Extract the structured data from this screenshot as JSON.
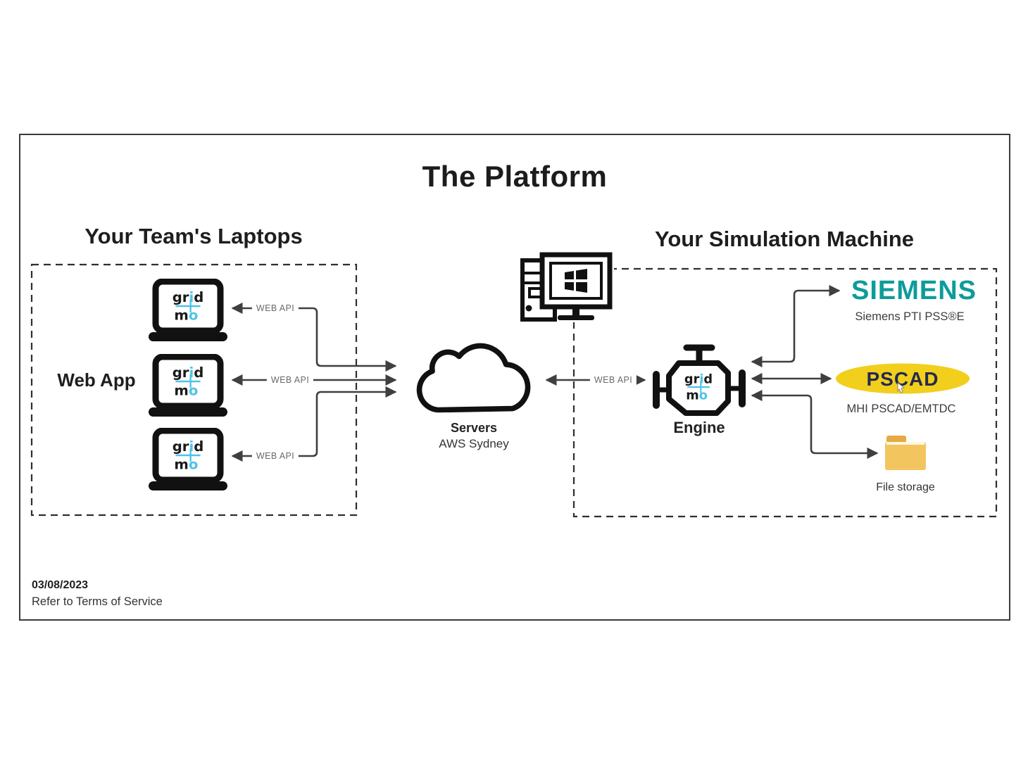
{
  "title": "The Platform",
  "logo": {
    "p1": "gr",
    "p2": "i",
    "p3": "d",
    "p4": "m",
    "p5": "o"
  },
  "laptops": {
    "heading": "Your Team's Laptops",
    "side_label": "Web App",
    "api_labels": [
      {
        "label": "WEB API"
      },
      {
        "label": "WEB API"
      },
      {
        "label": "WEB API"
      }
    ]
  },
  "cloud": {
    "name": "Servers",
    "location": "AWS Sydney"
  },
  "link": {
    "label": "WEB API"
  },
  "simulation": {
    "heading": "Your Simulation Machine",
    "engine_label": "Engine",
    "siemens_logo": "SIEMENS",
    "siemens_caption": "Siemens PTI PSS®E",
    "pscad_logo": "PSCAD",
    "pscad_caption": "MHI PSCAD/EMTDC",
    "storage_caption": "File storage"
  },
  "footer": {
    "date": "03/08/2023",
    "note": "Refer to Terms of Service"
  },
  "colors": {
    "siemens_teal": "#0E9B9B",
    "pscad_yellow": "#F2CF1D",
    "pscad_navy": "#252A4E",
    "gridmo_blue": "#4EC3E8",
    "folder_tab": "#E5AB40",
    "folder_body": "#F3C55F",
    "arrow_gray": "#3F3F3F"
  }
}
